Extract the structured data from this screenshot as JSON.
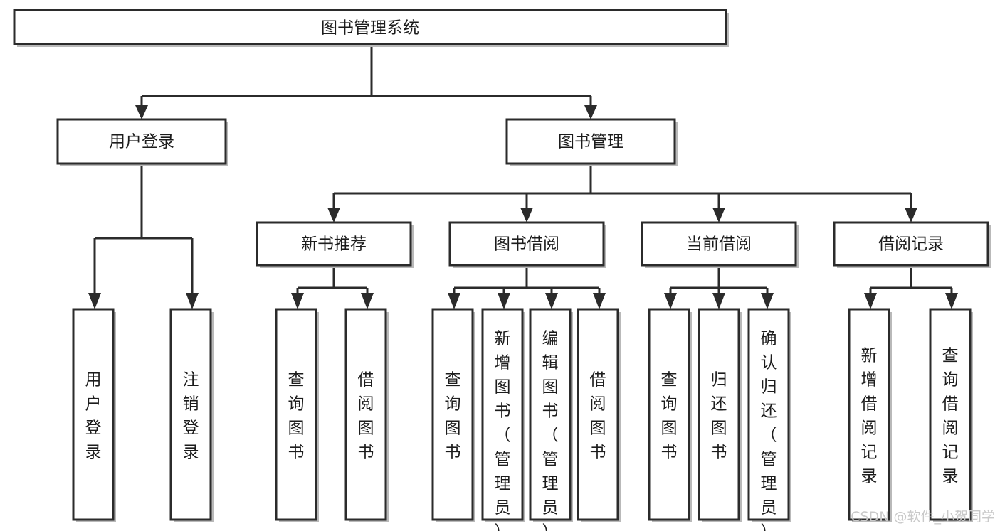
{
  "diagram": {
    "type": "tree-hierarchy",
    "title": "图书管理系统",
    "orientation": "top-down",
    "colors": {
      "box_fill": "#ffffff",
      "box_stroke": "#2b2b2b",
      "text": "#1c1c1c",
      "shadow": "#b9b9b9",
      "watermark": "#c9c9c9",
      "background": "#ffffff"
    },
    "root": {
      "id": "root",
      "label": "图书管理系统"
    },
    "level2": [
      {
        "id": "user-login",
        "label": "用户登录"
      },
      {
        "id": "book-management",
        "label": "图书管理"
      }
    ],
    "level3": [
      {
        "id": "new-book-recommend",
        "label": "新书推荐",
        "parent": "book-management"
      },
      {
        "id": "book-borrow",
        "label": "图书借阅",
        "parent": "book-management"
      },
      {
        "id": "current-borrow",
        "label": "当前借阅",
        "parent": "book-management"
      },
      {
        "id": "borrow-record",
        "label": "借阅记录",
        "parent": "book-management"
      }
    ],
    "leaves": [
      {
        "id": "leaf-user-login",
        "label": "用户登录",
        "parent": "user-login"
      },
      {
        "id": "leaf-logout-login",
        "label": "注销登录",
        "parent": "user-login"
      },
      {
        "id": "leaf-query-book-1",
        "label": "查询图书",
        "parent": "new-book-recommend"
      },
      {
        "id": "leaf-borrow-book-1",
        "label": "借阅图书",
        "parent": "new-book-recommend"
      },
      {
        "id": "leaf-query-book-2",
        "label": "查询图书",
        "parent": "book-borrow"
      },
      {
        "id": "leaf-add-book-admin",
        "label": "新增图书（管理员）",
        "parent": "book-borrow"
      },
      {
        "id": "leaf-edit-book-admin",
        "label": "编辑图书（管理员）",
        "parent": "book-borrow"
      },
      {
        "id": "leaf-borrow-book-2",
        "label": "借阅图书",
        "parent": "book-borrow"
      },
      {
        "id": "leaf-query-book-3",
        "label": "查询图书",
        "parent": "current-borrow"
      },
      {
        "id": "leaf-return-book",
        "label": "归还图书",
        "parent": "current-borrow"
      },
      {
        "id": "leaf-confirm-return-admin",
        "label": "确认归还（管理员）",
        "parent": "current-borrow"
      },
      {
        "id": "leaf-add-borrow-record",
        "label": "新增借阅记录",
        "parent": "borrow-record"
      },
      {
        "id": "leaf-query-borrow-record",
        "label": "查询借阅记录",
        "parent": "borrow-record"
      }
    ]
  },
  "watermark": {
    "text": "CSDN @软件_小贺同学"
  }
}
